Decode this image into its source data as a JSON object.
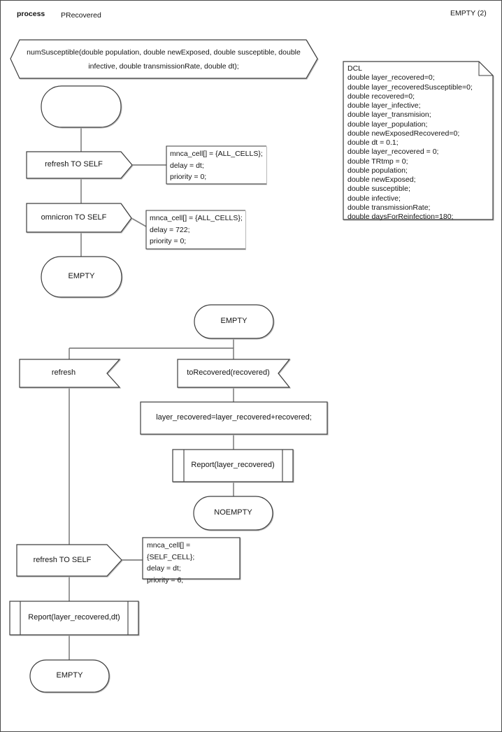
{
  "header": {
    "kind": "process",
    "title": "PRecovered",
    "page": "EMPTY (2)"
  },
  "signature": "numSusceptible(double population, double newExposed, double susceptible, double infective, double transmissionRate, double dt);",
  "dcl": [
    "DCL",
    "double layer_recovered=0;",
    "double layer_recoveredSusceptible=0;",
    "double recovered=0;",
    "double layer_infective;",
    "double layer_transmision;",
    "double layer_population;",
    "double newExposedRecovered=0;",
    "double dt = 0.1;",
    "double layer_recovered = 0;",
    "double TRtmp = 0;",
    "double population;",
    "double newExposed;",
    "double susceptible;",
    "double infective;",
    "double transmissionRate;",
    "double daysForReinfection=180;"
  ],
  "flow1": {
    "output_refresh": "refresh TO SELF",
    "comment_refresh": [
      "mnca_cell[] = {ALL_CELLS};",
      "delay = dt;",
      "priority = 0;"
    ],
    "output_omnicron": "omnicron TO SELF",
    "comment_omnicron": [
      "mnca_cell[] = {ALL_CELLS};",
      "delay = 722;",
      "priority = 0;"
    ],
    "state_end": "EMPTY"
  },
  "flow2": {
    "state_start": "EMPTY",
    "input_refresh": "refresh",
    "input_torecovered": "toRecovered(recovered)",
    "task": "layer_recovered=layer_recovered+recovered;",
    "call_report": "Report(layer_recovered)",
    "state_end": "NOEMPTY"
  },
  "flow3": {
    "output_refresh": "refresh TO SELF",
    "comment_refresh": [
      "mnca_cell[] = {SELF_CELL};",
      "delay = dt;",
      "priority = 6;"
    ],
    "call_report": "Report(layer_recovered,dt)",
    "state_end": "EMPTY"
  }
}
